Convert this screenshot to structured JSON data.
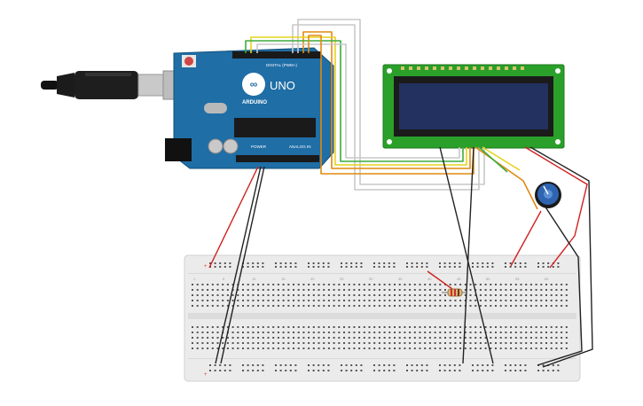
{
  "colors": {
    "background": "#ffffff",
    "arduino_board": "#1f6ea6",
    "lcd_pcb": "#2aa02a",
    "lcd_screen": "#22315f",
    "breadboard": "#ebebeb",
    "potentiometer": "#2f64b0",
    "wire_red": "#d21f1f",
    "wire_black": "#222222",
    "wire_white": "#c8c8c8",
    "wire_orange": "#e08a10",
    "wire_yellow": "#e6d21e",
    "wire_green": "#3cab3c",
    "wire_gray": "#9a9a9a"
  },
  "arduino": {
    "logo_text": "ARDUINO",
    "model_text": "UNO",
    "digital_label": "DIGITAL (PWM~)",
    "power_label": "POWER",
    "analog_label": "ANALOG IN"
  },
  "breadboard": {
    "column_numbers": [
      "1",
      "5",
      "10",
      "15",
      "20",
      "25",
      "30",
      "35",
      "40",
      "45",
      "50",
      "55",
      "60"
    ]
  },
  "icons": {
    "usb_cable": "usb-cable-icon",
    "resistor": "resistor-icon",
    "potentiometer": "potentiometer-icon"
  }
}
